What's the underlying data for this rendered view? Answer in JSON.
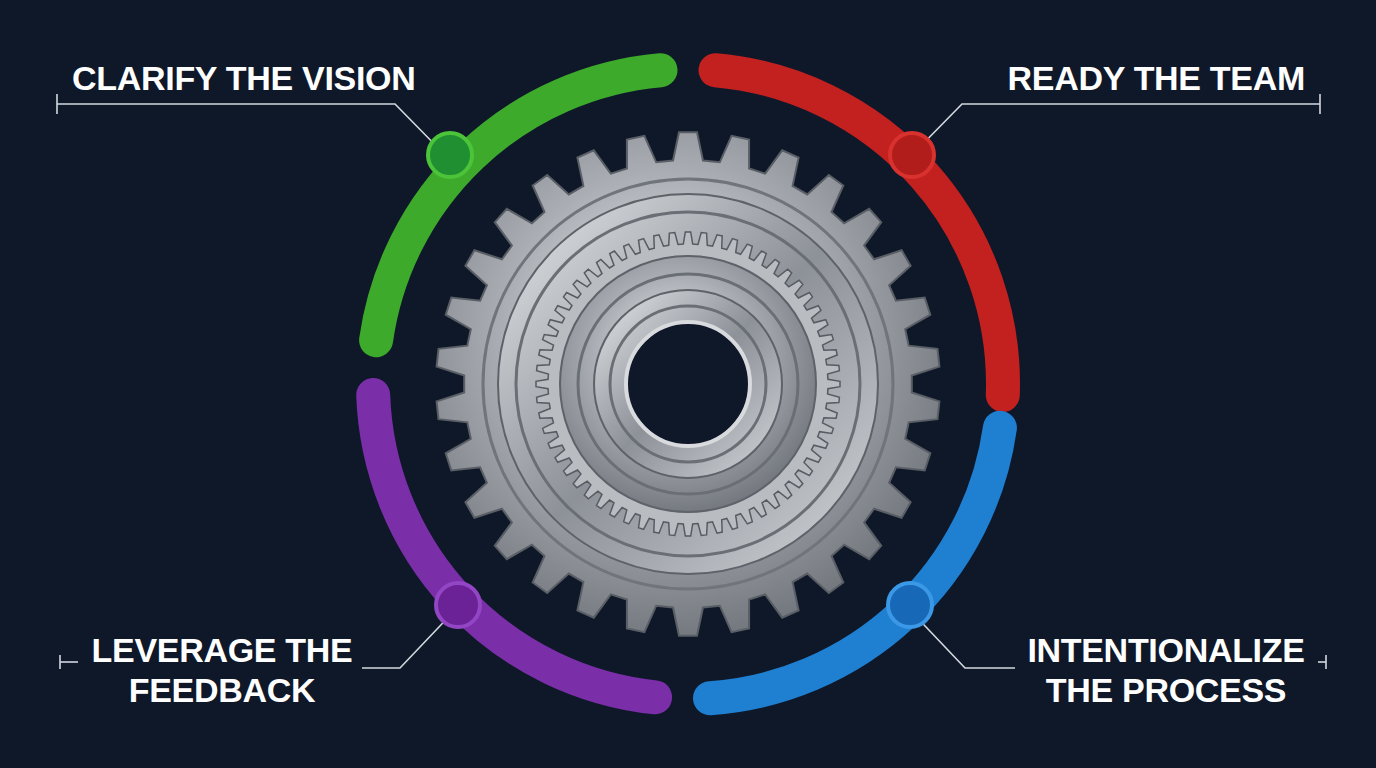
{
  "diagram": {
    "labels": [
      "CLARIFY THE VISION",
      "READY THE TEAM",
      "LEVERAGE THE FEEDBACK",
      "INTENTIONALIZE THE PROCESS"
    ]
  }
}
